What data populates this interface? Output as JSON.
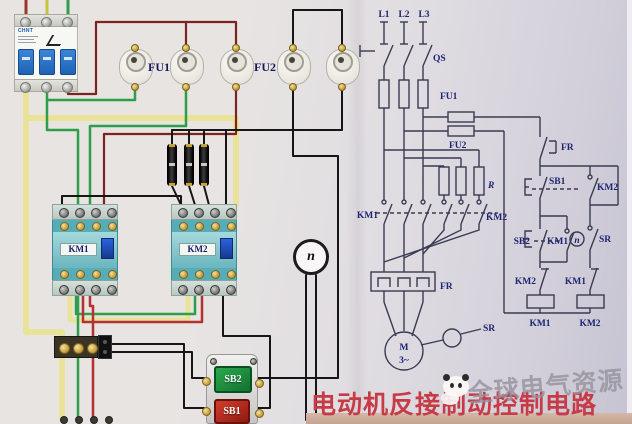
{
  "left": {
    "breaker_brand": "CHNT",
    "fu1": "FU1",
    "fu2": "FU2",
    "km1": "KM1",
    "km2": "KM2",
    "n": "n",
    "sb2": "SB2",
    "sb1": "SB1"
  },
  "schematic": {
    "phases": [
      "L1",
      "L2",
      "L3"
    ],
    "labels": {
      "qs": "QS",
      "fu1": "FU1",
      "fu2": "FU2",
      "r": "R",
      "km1_main": "KM1",
      "km2_main": "KM2",
      "fr_heater": "FR",
      "fr_contact": "FR",
      "motor": "M",
      "motor_phase": "3~",
      "sr_pointer": "SR",
      "sr_contact": "SR",
      "n": "n",
      "sb1": "SB1",
      "km2_aux": "KM2",
      "sb2": "SB2",
      "km1_aux": "KM1",
      "km2_interlock": "KM2",
      "km1_interlock": "KM1",
      "km1_coil": "KM1",
      "km2_coil": "KM2"
    }
  },
  "footer": {
    "title": "电动机反接制动控制电路",
    "watermark": "全球电气资源"
  },
  "colors": {
    "title_red": "#c73b47",
    "schematic_ink": "#3a3a52",
    "label_navy": "#1e2472",
    "wire_red": "#b23131",
    "wire_dark_red": "#7f2222",
    "wire_green": "#2f9e4a",
    "wire_yellow": "#e9e396",
    "wire_black": "#161616",
    "contactor_teal": "#6cbac2",
    "button_green": "#1c8a3c",
    "button_red": "#c22a22"
  }
}
